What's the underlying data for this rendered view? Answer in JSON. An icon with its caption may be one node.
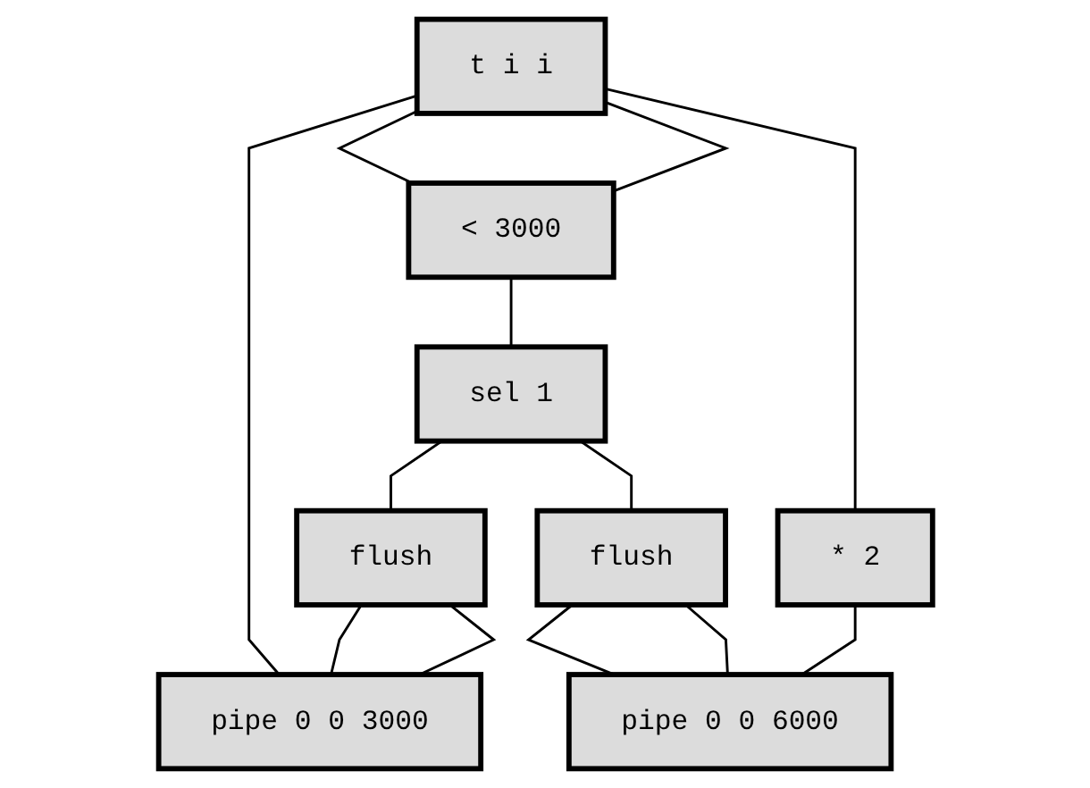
{
  "diagram": {
    "nodes": [
      {
        "text": [
          "t i i"
        ]
      },
      {
        "text": [
          "< 3000"
        ]
      },
      {
        "text": [
          "sel 1"
        ]
      },
      {
        "text": [
          "flush"
        ]
      },
      {
        "text": [
          "flush"
        ]
      },
      {
        "text": [
          "* 2"
        ]
      },
      {
        "text": [
          "pipe 0 0 3000"
        ]
      },
      {
        "text": [
          "pipe 0 0 6000"
        ]
      }
    ],
    "edges": [
      {
        "from": 0,
        "to": 1,
        "arrow": "none"
      },
      {
        "from": 0,
        "to": 1,
        "arrow": "none"
      },
      {
        "from": 0,
        "to": 5,
        "arrow": "none"
      },
      {
        "from": 0,
        "to": 6,
        "arrow": "none"
      },
      {
        "from": 1,
        "to": 2,
        "arrow": "none"
      },
      {
        "from": 2,
        "to": 3,
        "arrow": "none"
      },
      {
        "from": 2,
        "to": 4,
        "arrow": "none"
      },
      {
        "from": 3,
        "to": 6,
        "arrow": "none"
      },
      {
        "from": 3,
        "to": 6,
        "arrow": "none"
      },
      {
        "from": 4,
        "to": 7,
        "arrow": "none"
      },
      {
        "from": 4,
        "to": 7,
        "arrow": "none"
      },
      {
        "from": 5,
        "to": 7,
        "arrow": "none"
      }
    ]
  }
}
